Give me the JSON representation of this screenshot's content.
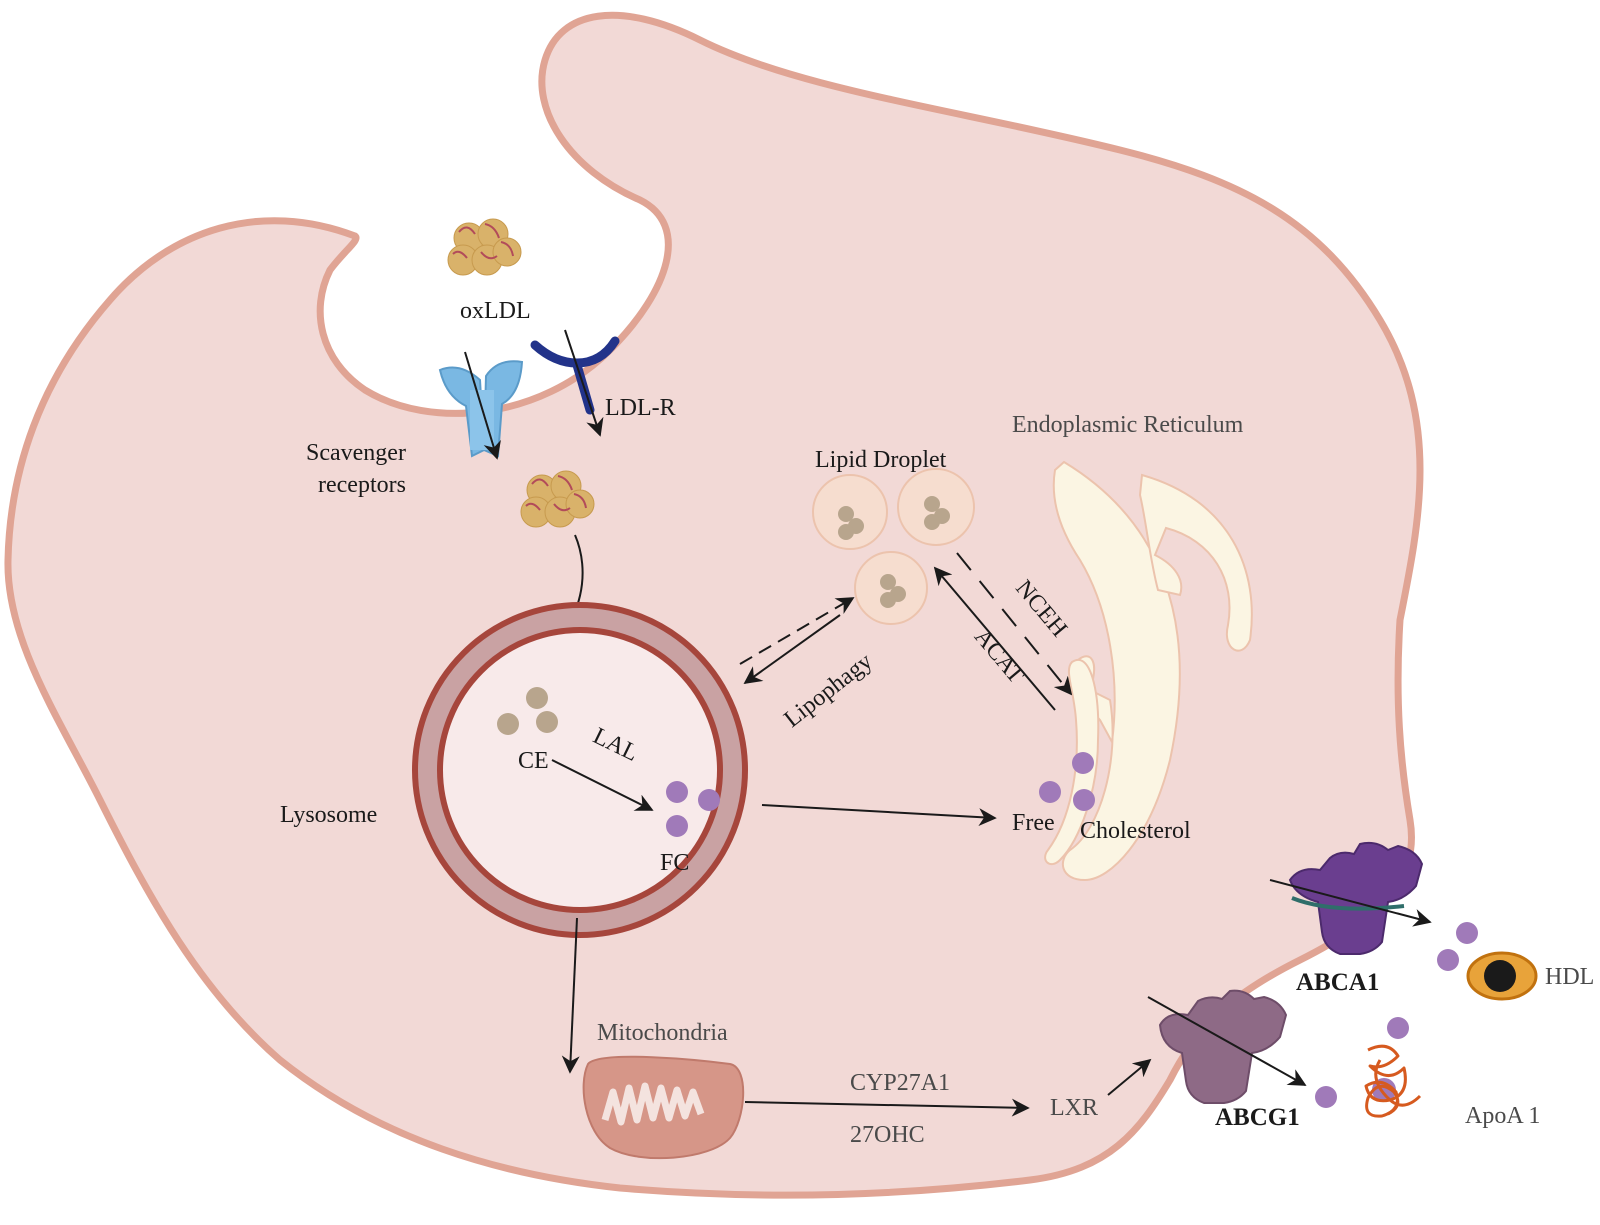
{
  "labels": {
    "oxldl": "oxLDL",
    "ldlr": "LDL-R",
    "scavenger_line1": "Scavenger",
    "scavenger_line2": "receptors",
    "lipid_droplet": "Lipid Droplet",
    "er": "Endoplasmic Reticulum",
    "nceh": "NCEH",
    "acat": "ACAT",
    "lipophagy": "Lipophagy",
    "ce": "CE",
    "lal": "LAL",
    "fc": "FC",
    "lysosome": "Lysosome",
    "free": "Free",
    "cholesterol": "Cholesterol",
    "mitochondria": "Mitochondria",
    "cyp27a1": "CYP27A1",
    "oxhc": "27OHC",
    "lxr": "LXR",
    "abca1": "ABCA1",
    "abcg1": "ABCG1",
    "hdl": "HDL",
    "apoa1": "ApoA 1"
  },
  "colors": {
    "cell_fill": "#f2d9d6",
    "cell_stroke": "#e0a494",
    "lysosome_ring": "#c9a2a3",
    "lysosome_border": "#a6463c",
    "lysosome_inner": "#f8eaea",
    "er_fill": "#fbf5e3",
    "er_stroke": "#ecc3ad",
    "droplet_fill": "#f6ddcf",
    "droplet_content": "#b8a58d",
    "cholesterol_purple": "#a07ab9",
    "scavenger_blue": "#7ab8e3",
    "ldlr_navy": "#22338a",
    "oxldl_gold": "#d9b26a",
    "oxldl_line": "#b24b5a",
    "abca1_purple": "#6a3e8f",
    "abcg1_mauve": "#8e6a86",
    "hdl_orange": "#e8a33a",
    "apoa1_orange": "#d65a1f",
    "mito_fill": "#d69688",
    "arrow": "#1a1a1a"
  },
  "icons": [
    "oxldl-particle-icon",
    "scavenger-receptor-icon",
    "ldl-receptor-icon",
    "lysosome-icon",
    "lipid-droplet-icon",
    "endoplasmic-reticulum-icon",
    "mitochondria-icon",
    "abca1-transporter-icon",
    "abcg1-transporter-icon",
    "hdl-particle-icon",
    "apoa1-icon"
  ]
}
